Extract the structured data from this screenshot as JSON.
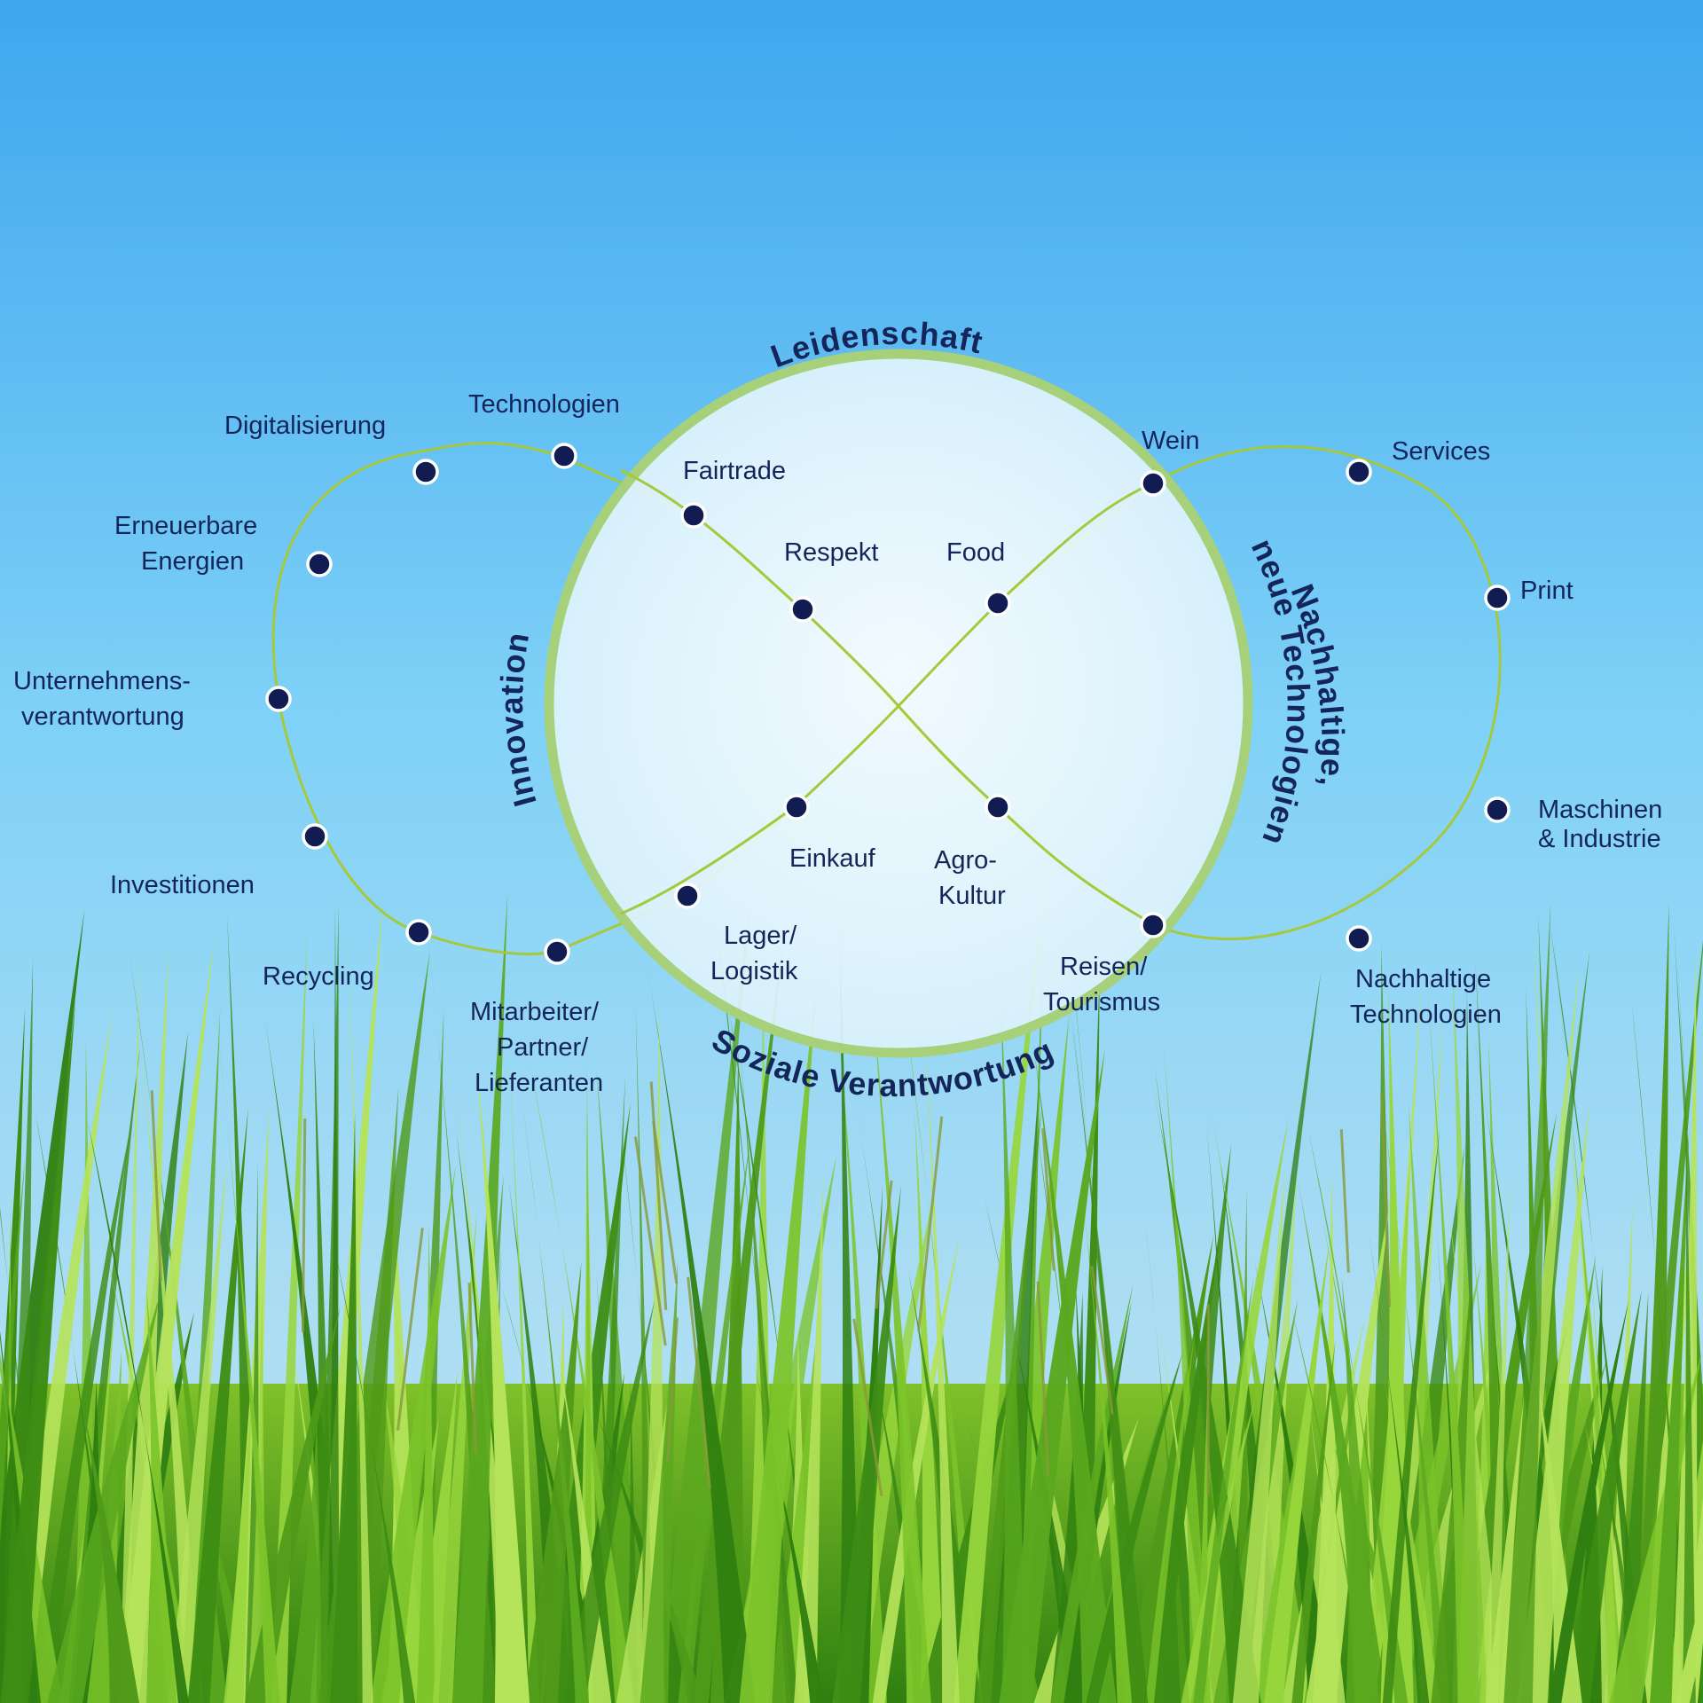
{
  "diagram": {
    "colors": {
      "sky_top": "#3ea7ee",
      "sky_mid": "#7fd1f7",
      "sky_bottom": "#a9dcf3",
      "circle_fill": "#e4f6fc",
      "circle_ring": "#a6d17a",
      "loop_line": "#a4c93c",
      "dot": "#101c52",
      "text": "#14255a",
      "grass_dark": "#2f7f10",
      "grass_light": "#a8e04a"
    },
    "arc_titles": {
      "top": "Leidenschaft",
      "left": "Innovation",
      "right_line1": "Nachhaltige,",
      "right_line2": "neue Technologien",
      "bottom": "Soziale Verantwortung"
    },
    "inner_labels": {
      "fairtrade": "Fairtrade",
      "respekt": "Respekt",
      "food": "Food",
      "wein": "Wein",
      "einkauf": "Einkauf",
      "agro_1": "Agro-",
      "agro_2": "Kultur",
      "lager_1": "Lager/",
      "lager_2": "Logistik",
      "reisen_1": "Reisen/",
      "reisen_2": "Tourismus"
    },
    "left_labels": {
      "technologien": "Technologien",
      "digitalisierung": "Digitalisierung",
      "erneuerbare_1": "Erneuerbare",
      "erneuerbare_2": "Energien",
      "unternehmens_1": "Unternehmens-",
      "unternehmens_2": "verantwortung",
      "investitionen": "Investitionen",
      "recycling": "Recycling",
      "mitarbeiter_1": "Mitarbeiter/",
      "mitarbeiter_2": "Partner/",
      "mitarbeiter_3": "Lieferanten"
    },
    "right_labels": {
      "services": "Services",
      "print": "Print",
      "maschinen_1": "Maschinen",
      "maschinen_2": "& Industrie",
      "nachhaltige_1": "Nachhaltige",
      "nachhaltige_2": "Technologien"
    }
  }
}
